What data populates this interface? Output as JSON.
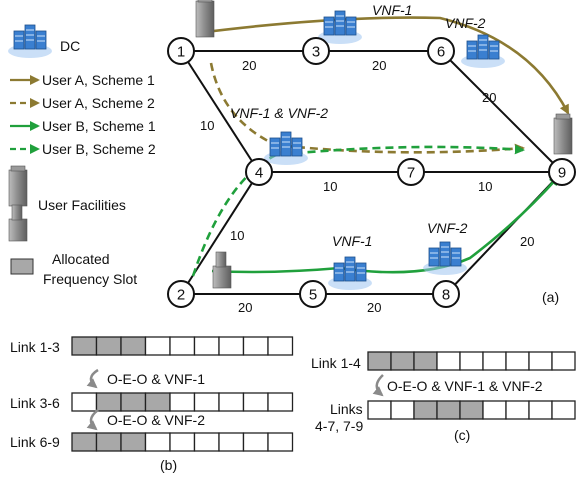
{
  "legend": {
    "dc": "DC",
    "user_a_scheme1": "User A, Scheme 1",
    "user_a_scheme2": "User A, Scheme 2",
    "user_b_scheme1": "User B, Scheme 1",
    "user_b_scheme2": "User B, Scheme 2",
    "user_facilities": "User Facilities",
    "allocated_line1": "Allocated",
    "allocated_line2": "Frequency Slot"
  },
  "colors": {
    "user_a": "#8c7a32",
    "user_b": "#20a03c",
    "slot_fill": "#a8a8a8",
    "dc_blue": "#3a7fd0"
  },
  "nodes": [
    "1",
    "2",
    "3",
    "4",
    "5",
    "6",
    "7",
    "8",
    "9"
  ],
  "link_weights": {
    "w13": "20",
    "w36": "20",
    "w69": "20",
    "w14": "10",
    "w24": "10",
    "w47": "10",
    "w79": "10",
    "w25": "20",
    "w58": "20",
    "w89": "20"
  },
  "vnf_labels": {
    "top_left": "VNF-1",
    "top_right": "VNF-2",
    "middle": "VNF-1 & VNF-2",
    "bottom_left": "VNF-1",
    "bottom_right": "VNF-2"
  },
  "panel_labels": {
    "a": "(a)",
    "b": "(b)",
    "c": "(c)"
  },
  "panel_b": {
    "rows": [
      {
        "label": "Link 1-3",
        "slots_total": 9,
        "allocated": [
          0,
          1,
          2
        ]
      },
      {
        "label": "Link 3-6",
        "slots_total": 9,
        "allocated": [
          1,
          2,
          3
        ]
      },
      {
        "label": "Link 6-9",
        "slots_total": 9,
        "allocated": [
          0,
          1,
          2
        ]
      }
    ],
    "conversions": [
      "O-E-O & VNF-1",
      "O-E-O & VNF-2"
    ]
  },
  "panel_c": {
    "rows": [
      {
        "label": "Link 1-4",
        "slots_total": 9,
        "allocated": [
          0,
          1,
          2
        ]
      },
      {
        "label": "Links\n4-7, 7-9",
        "slots_total": 9,
        "allocated": [
          2,
          3,
          4
        ]
      }
    ],
    "links_line1": "Links",
    "links_line2": "4-7, 7-9",
    "conversion": "O-E-O & VNF-1 & VNF-2"
  }
}
